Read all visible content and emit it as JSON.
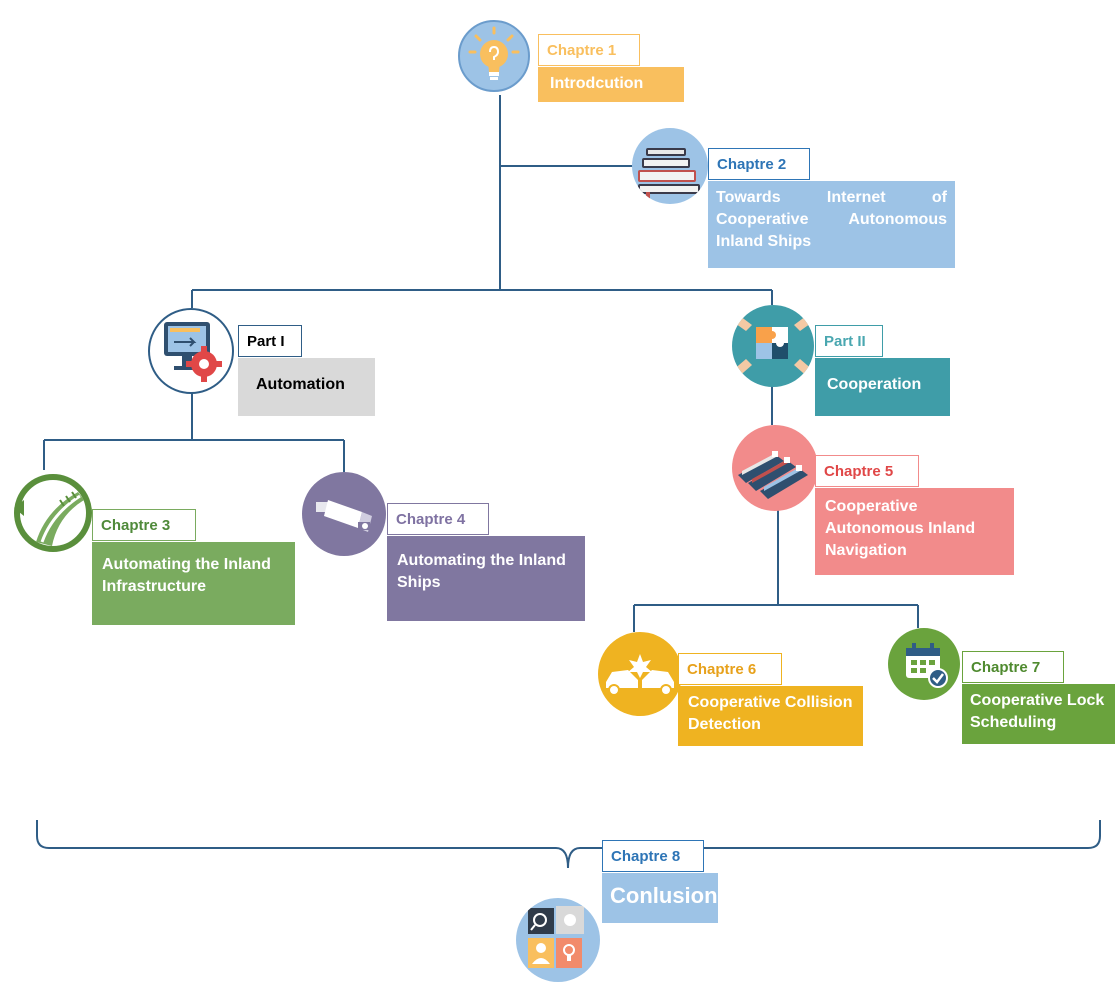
{
  "colors": {
    "line": "#2f5d86",
    "yellow": "#f9bf5e",
    "blue": "#9dc3e6",
    "blue_text": "#2e75b6",
    "grey": "#d9d9d9",
    "teal": "#3f9da8",
    "teal_text": "#4aa7b0",
    "green": "#7aab5f",
    "green_text": "#4f8a3a",
    "purple": "#8077a0",
    "purple_text": "#7f72a2",
    "red": "#f28b8b",
    "red_text": "#e04747",
    "gold": "#efb321",
    "gold_text": "#e7a11b",
    "olive": "#6aa33d",
    "olive_text": "#4f8a2f"
  },
  "nodes": {
    "chapter1": {
      "tag": "Chaptre 1",
      "title": "Introdcution",
      "icon": "lightbulb-icon"
    },
    "chapter2": {
      "tag": "Chaptre 2",
      "title": "Towards Internet of Cooperative Autonomous Inland Ships",
      "icon": "books-icon"
    },
    "part1": {
      "tag": "Part I",
      "title": "Automation",
      "icon": "computer-gear-icon"
    },
    "part2": {
      "tag": "Part II",
      "title": "Cooperation",
      "icon": "puzzle-hands-icon"
    },
    "chapter3": {
      "tag": "Chaptre 3",
      "title": "Automating the Inland Infrastructure",
      "icon": "waterway-icon"
    },
    "chapter4": {
      "tag": "Chaptre 4",
      "title": "Automating the Inland Ships",
      "icon": "camera-icon"
    },
    "chapter5": {
      "tag": "Chaptre 5",
      "title": "Cooperative Autonomous Inland Navigation",
      "icon": "ships-icon"
    },
    "chapter6": {
      "tag": "Chaptre 6",
      "title": "Cooperative Collision Detection",
      "icon": "car-crash-icon"
    },
    "chapter7": {
      "tag": "Chaptre 7",
      "title": "Cooperative Lock Scheduling",
      "icon": "calendar-check-icon"
    },
    "chapter8": {
      "tag": "Chaptre 8",
      "title": "Conlusion",
      "icon": "puzzle-pieces-icon"
    }
  }
}
